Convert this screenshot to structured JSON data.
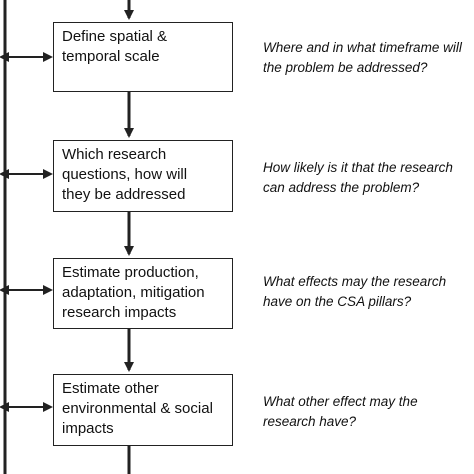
{
  "steps": [
    {
      "label": "Define spatial &\ntemporal scale",
      "question": "Where and in what timeframe will\nthe problem be addressed?"
    },
    {
      "label": "Which research\nquestions, how will\nthey be addressed",
      "question": "How likely is it that the research\ncan address the problem?"
    },
    {
      "label": "Estimate production,\nadaptation, mitigation\nresearch impacts",
      "question": "What effects may the research\nhave on the CSA pillars?"
    },
    {
      "label": "Estimate other\nenvironmental & social\nimpacts",
      "question": "What other effect may the\nresearch have?"
    }
  ],
  "colors": {
    "line": "#222222",
    "text": "#111111"
  }
}
